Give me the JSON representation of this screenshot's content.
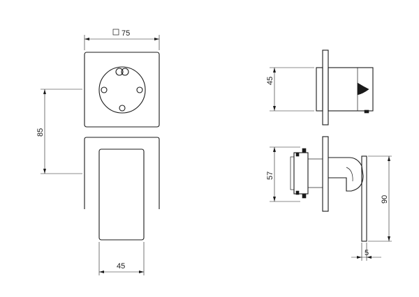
{
  "dimensions": {
    "front_plate_width": "75",
    "front_plate_symbol": "□",
    "front_center_distance": "85",
    "front_lever_width": "45",
    "side_body_height": "45",
    "side_flange_height": "57",
    "side_lever_height": "90",
    "side_lever_thickness": "5"
  },
  "colors": {
    "line": "#1a1a1a",
    "background": "#ffffff"
  }
}
